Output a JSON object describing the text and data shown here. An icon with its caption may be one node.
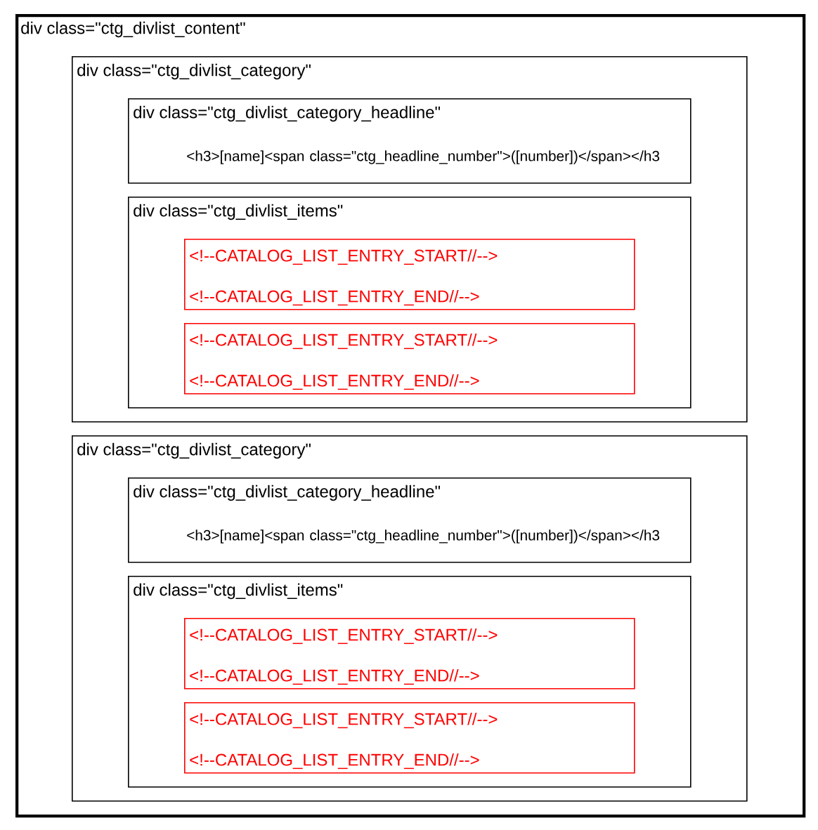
{
  "diagram": {
    "nodes": [
      {
        "text": [
          "div class=\"ctg_divlist_content\""
        ]
      },
      {
        "text": [
          "div class=\"ctg_divlist_category\""
        ],
        "in": 0
      },
      {
        "text": [
          "div class=\"ctg_divlist_category_headline\"",
          "<h3>[name]<span class=\"ctg_headline_number\">([number])</span></h3"
        ],
        "in": 1
      },
      {
        "text": [
          "div class=\"ctg_divlist_items\""
        ],
        "in": 1
      },
      {
        "text": [
          "<!--CATALOG_LIST_ENTRY_START//-->",
          "<!--CATALOG_LIST_ENTRY_END//-->"
        ],
        "in": 3
      },
      {
        "text": [
          "<!--CATALOG_LIST_ENTRY_START//-->",
          "<!--CATALOG_LIST_ENTRY_END//-->"
        ],
        "in": 3
      },
      {
        "text": [
          "div class=\"ctg_divlist_category\""
        ],
        "in": 0
      },
      {
        "text": [
          "div class=\"ctg_divlist_category_headline\"",
          "<h3>[name]<span class=\"ctg_headline_number\">([number])</span></h3"
        ],
        "in": 6
      },
      {
        "text": [
          "div class=\"ctg_divlist_items\""
        ],
        "in": 6
      },
      {
        "text": [
          "<!--CATALOG_LIST_ENTRY_START//-->",
          "<!--CATALOG_LIST_ENTRY_END//-->"
        ],
        "in": 8
      },
      {
        "text": [
          "<!--CATALOG_LIST_ENTRY_START//-->",
          "<!--CATALOG_LIST_ENTRY_END//-->"
        ],
        "in": 8
      }
    ]
  }
}
